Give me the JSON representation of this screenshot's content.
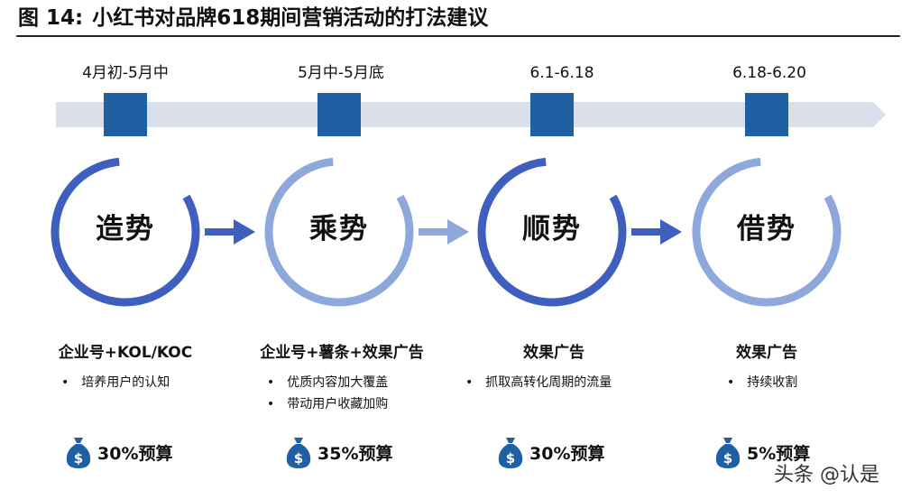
{
  "header": {
    "prefix": "图 14:",
    "title": "小红书对品牌618期间营销活动的打法建议"
  },
  "colors": {
    "dark_blue": "#1f5fa3",
    "ring_dark": "#3f5fbf",
    "ring_light": "#8ea8dc",
    "bar": "#d9e0ea"
  },
  "stages": [
    {
      "date": "4月初-5月中",
      "name": "造势",
      "channel": "企业号+KOL/KOC",
      "bullets": [
        "培养用户的认知"
      ],
      "budget": "30%预算",
      "ring": "dark",
      "arrow": "dark"
    },
    {
      "date": "5月中-5月底",
      "name": "乘势",
      "channel": "企业号+薯条+效果广告",
      "bullets": [
        "优质内容加大覆盖",
        "带动用户收藏加购"
      ],
      "budget": "35%预算",
      "ring": "light",
      "arrow": "light"
    },
    {
      "date": "6.1-6.18",
      "name": "顺势",
      "channel": "效果广告",
      "bullets": [
        "抓取高转化周期的流量"
      ],
      "budget": "30%预算",
      "ring": "dark",
      "arrow": "dark"
    },
    {
      "date": "6.18-6.20",
      "name": "借势",
      "channel": "效果广告",
      "bullets": [
        "持续收割"
      ],
      "budget": "5%预算",
      "ring": "light",
      "arrow": "none"
    }
  ],
  "icons": {
    "money_bag": "money-bag-icon"
  },
  "watermark": "头条 @认是"
}
